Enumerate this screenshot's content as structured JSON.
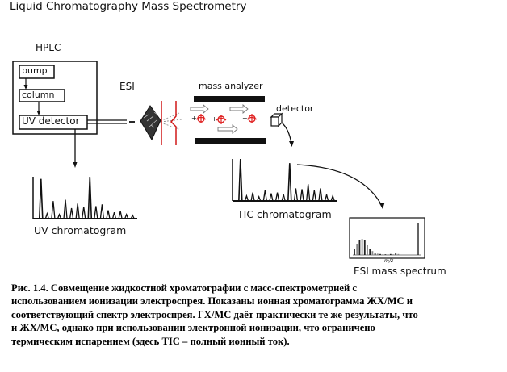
{
  "title": "Liquid Chromatography Mass Spectrometry",
  "hplc": {
    "label": "HPLC",
    "components": [
      "pump",
      "column",
      "UV detector"
    ]
  },
  "esi": {
    "label": "ESI"
  },
  "mass_analyzer": {
    "label": "mass analyzer"
  },
  "detector": {
    "label": "detector"
  },
  "uv_chromatogram": {
    "label": "UV chromatogram",
    "peaks": [
      0.95,
      0.12,
      0.42,
      0.1,
      0.45,
      0.25,
      0.36,
      0.28,
      1.0,
      0.3,
      0.34,
      0.2,
      0.15,
      0.18,
      0.1,
      0.08
    ]
  },
  "tic_chromatogram": {
    "label": "TIC chromatogram",
    "peaks": [
      1.0,
      0.12,
      0.2,
      0.1,
      0.25,
      0.18,
      0.2,
      0.15,
      0.9,
      0.3,
      0.28,
      0.4,
      0.25,
      0.3,
      0.15,
      0.12
    ]
  },
  "esi_spectrum": {
    "label": "ESI mass spectrum",
    "axis_label": "m/z",
    "peaks": [
      0.2,
      0.35,
      0.45,
      0.5,
      0.45,
      0.3,
      0.2,
      0.12,
      0.06,
      0.04,
      0.03,
      0.02,
      0.02,
      0.02,
      0.03,
      0.02,
      0.05,
      0.03,
      1.0
    ]
  },
  "caption": {
    "lines": [
      "Рис. 1.4. Совмещение жидкостной хроматографии  с масс-спектрометрией с",
      "использованием ионизации электроспрея. Показаны ионная хроматограмма ЖХ/МС и",
      "соответствующий  спектр электроспрея. ГХ/МС даёт практически те  же результаты, что",
      "и ЖХ/МС, однако при использовании электронной ионизации, что ограничено",
      "термическим  испарением (здесь TIC – полный ионный ток)."
    ]
  },
  "colors": {
    "ion": "#e02020",
    "electrode": "#d01818",
    "ink": "#111111"
  }
}
